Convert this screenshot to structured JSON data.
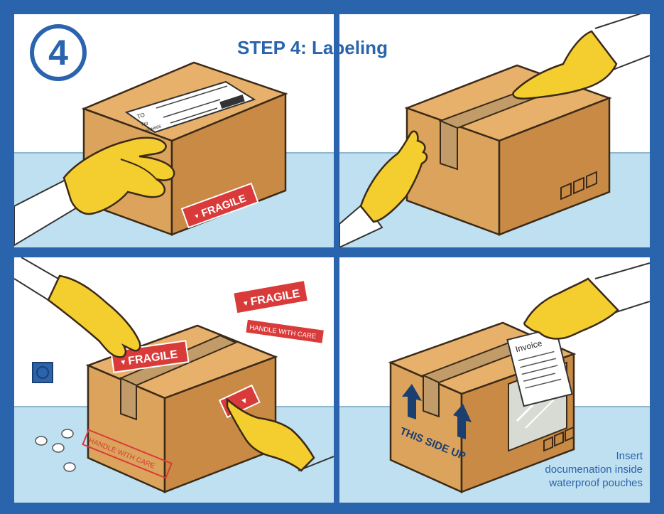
{
  "header": {
    "step_number": "4",
    "title": "STEP 4: Labeling"
  },
  "panel1": {
    "label_to": "TO",
    "label_line2": "Frg",
    "label_line3": "FNH666",
    "fragile_label": "FRAGILE"
  },
  "panel3": {
    "fragile_label_hand": "FRAGILE",
    "fragile_sticker_loose": "FRAGILE",
    "handle_sticker_loose": "HANDLE WITH CARE",
    "handle_on_box": "HANDLE WITH CARE"
  },
  "panel4": {
    "this_side_up": "THIS SIDE UP",
    "invoice": "Invoice",
    "caption_lines": [
      "Insert",
      "documenation inside",
      "waterproof pouches"
    ]
  },
  "colors": {
    "frame_blue": "#2a64ad",
    "box_top": "#e7b06b",
    "box_front": "#dba35c",
    "box_side": "#c98a45",
    "tape": "#c19b68",
    "glove": "#f4cd2e",
    "table": "#bfe0f0",
    "sticker_red": "#d93b3a"
  },
  "icons": [
    "glass-icon",
    "arrow-up-icon",
    "glove-hand-icon"
  ]
}
